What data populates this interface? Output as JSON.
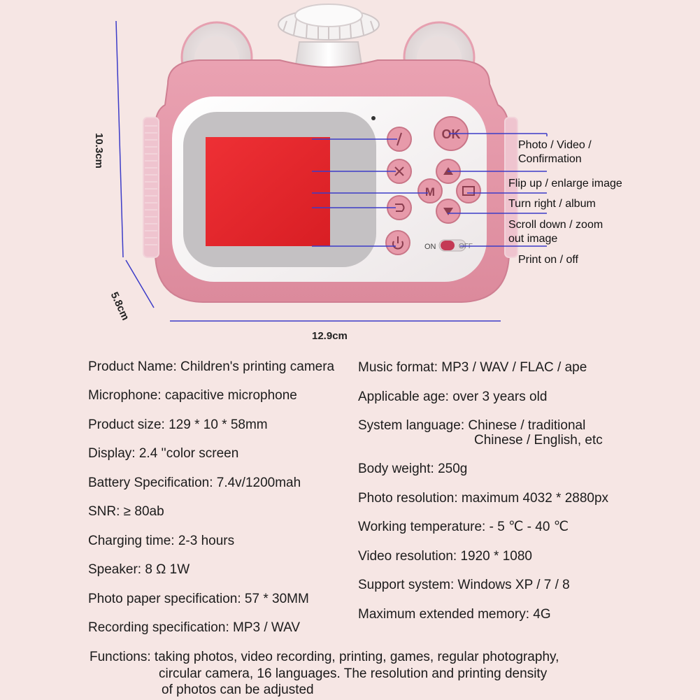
{
  "dimensions": {
    "height": "10.3cm",
    "depth": "5.8cm",
    "width": "12.9cm"
  },
  "callouts": {
    "photo_video_line1": "Photo / Video /",
    "photo_video_line2": "Confirmation",
    "flip_up": "Flip up / enlarge image",
    "turn_right": "Turn right / album",
    "scroll_down_line1": "Scroll down / zoom",
    "scroll_down_line2": "out image",
    "print": "Print on / off"
  },
  "camera": {
    "ok_label": "OK",
    "m_label": "M",
    "on_label": "ON",
    "off_label": "OFF"
  },
  "specs_left": [
    "Product Name: Children's printing camera",
    "Microphone: capacitive microphone",
    "Product size: 129 * 10 * 58mm",
    "Display: 2.4 ''color screen",
    "Battery Specification: 7.4v/1200mah",
    "SNR: ≥ 80ab",
    "Charging time: 2-3 hours",
    "Speaker: 8 Ω 1W",
    "Photo paper specification: 57 * 30MM",
    "Recording specification: MP3 / WAV"
  ],
  "specs_right": {
    "music_format": "Music format: MP3 / WAV / FLAC / ape",
    "applicable_age": "Applicable age: over 3 years old",
    "system_language_line1": "System language: Chinese / traditional",
    "system_language_line2": "Chinese / English, etc",
    "body_weight": "Body weight: 250g",
    "photo_resolution": "Photo resolution: maximum 4032 * 2880px",
    "working_temperature": "Working temperature: - 5 ℃ - 40 ℃",
    "video_resolution": "Video resolution: 1920 * 1080",
    "support_system": "Support system: Windows XP / 7 / 8",
    "max_memory": "Maximum extended memory: 4G"
  },
  "functions": {
    "line1": "Functions: taking photos, video recording, printing, games, regular photography,",
    "line2": "circular camera, 16 languages. The resolution and printing density",
    "line3": "of photos can be adjusted"
  },
  "colors": {
    "background": "#f6e6e4",
    "camera_pink": "#e59aab",
    "camera_white": "#f7f3f3",
    "screen_red": "#e6262b",
    "dimension_line": "#3c3cc8"
  }
}
